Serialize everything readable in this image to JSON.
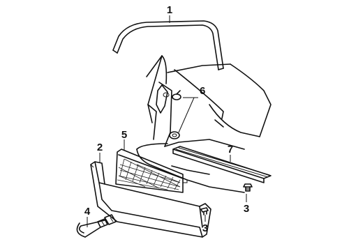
{
  "diagram": {
    "callouts": [
      {
        "id": "callout-1",
        "label": "1"
      },
      {
        "id": "callout-2",
        "label": "2"
      },
      {
        "id": "callout-3a",
        "label": "3"
      },
      {
        "id": "callout-3b",
        "label": "3"
      },
      {
        "id": "callout-4",
        "label": "4"
      },
      {
        "id": "callout-5",
        "label": "5"
      },
      {
        "id": "callout-6",
        "label": "6"
      },
      {
        "id": "callout-7",
        "label": "7"
      }
    ]
  }
}
